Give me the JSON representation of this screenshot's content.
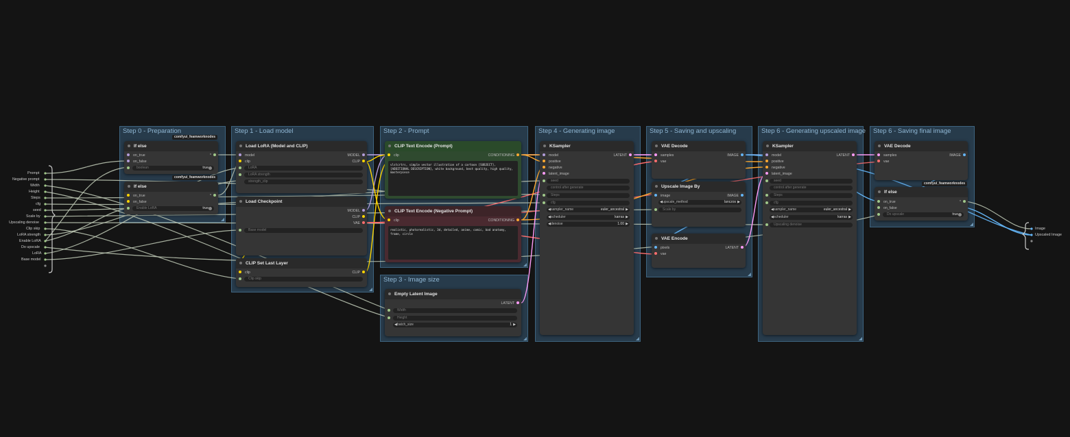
{
  "groups": {
    "g0": "Step 0 - Preparation",
    "g1": "Step 1 - Load model",
    "g2": "Step 2 - Prompt",
    "g3": "Step 3 - Image size",
    "g4": "Step 4 - Generating image",
    "g5": "Step 5 - Saving and upscaling",
    "g6": "Step 6 - Generating upscaled image",
    "g7": "Step 6 - Saving final image"
  },
  "badges": {
    "feamwork": "comfyui_feamworknodes"
  },
  "inputs_panel": {
    "items": [
      "Prompt",
      "Negative prompt",
      "Width",
      "Height",
      "Steps",
      "cfg",
      "seed",
      "Scale by",
      "Upscaling denoise",
      "Clip skip",
      "LoRA strength",
      "Enable LoRA",
      "Do upscale",
      "LoRA",
      "Base model"
    ]
  },
  "outputs_panel": {
    "items": [
      "Image",
      "Upscaled Image"
    ]
  },
  "nodes": {
    "ifelse1": {
      "title": "If else",
      "in1": "on_true",
      "in2": "on_false",
      "w1": "boolean",
      "w1v": "true",
      "out1": "*"
    },
    "ifelse2": {
      "title": "If else",
      "in1": "on_true",
      "in2": "on_false",
      "w1": "Enable LoRA",
      "w1v": "true",
      "out1": "*"
    },
    "lora": {
      "title": "Load LoRA (Model and CLIP)",
      "in1": "model",
      "in2": "clip",
      "out1": "MODEL",
      "out2": "CLIP",
      "w1": "LoRA",
      "w2": "LoRA strength",
      "w3": "strength_clip"
    },
    "ckpt": {
      "title": "Load Checkpoint",
      "out1": "MODEL",
      "out2": "CLIP",
      "out3": "VAE",
      "w1": "Base model"
    },
    "clipset": {
      "title": "CLIP Set Last Layer",
      "in1": "clip",
      "out1": "CLIP",
      "w1": "Clip skip"
    },
    "posprompt": {
      "title": "CLIP Text Encode (Prompt)",
      "in1": "clip",
      "out1": "CONDITIONING",
      "text": "vlstcrtrs, simple vector illustration of a cartoon [SUBJECT], [ADDITIONAL DESCRIPTION], white background, best quality, high quality, masterpiece"
    },
    "negprompt": {
      "title": "CLIP Text Encode (Negative Prompt)",
      "in1": "clip",
      "out1": "CONDITIONING",
      "text": "realistic, photorealistic, 3d, detailed, anime, comic, bad anatomy, frame, circle"
    },
    "latent": {
      "title": "Empty Latent Image",
      "out1": "LATENT",
      "w1": "Width",
      "w2": "Height",
      "w3": "batch_size",
      "w3v": "1"
    },
    "ksampler1": {
      "title": "KSampler",
      "in1": "model",
      "in2": "positive",
      "in3": "negative",
      "in4": "latent_image",
      "out1": "LATENT",
      "w1": "seed",
      "w2": "control after generate",
      "w3": "Steps",
      "w4": "cfg",
      "w5": "sampler_name",
      "w5v": "euler_ancestral",
      "w6": "scheduler",
      "w6v": "karras",
      "w7": "denoise",
      "w7v": "1.00"
    },
    "vaedecode1": {
      "title": "VAE Decode",
      "in1": "samples",
      "in2": "vae",
      "out1": "IMAGE"
    },
    "upscale": {
      "title": "Upscale Image By",
      "in1": "image",
      "out1": "IMAGE",
      "w1": "upscale_method",
      "w1v": "lanczos",
      "w2": "Scale by"
    },
    "vaeencode": {
      "title": "VAE Encode",
      "in1": "pixels",
      "in2": "vae",
      "out1": "LATENT"
    },
    "ksampler2": {
      "title": "KSampler",
      "in1": "model",
      "in2": "positive",
      "in3": "negative",
      "in4": "latent_image",
      "out1": "LATENT",
      "w1": "seed",
      "w2": "control after generate",
      "w3": "Steps",
      "w4": "cfg",
      "w5": "sampler_name",
      "w5v": "euler_ancestral",
      "w6": "scheduler",
      "w6v": "karras",
      "w7": "Upscaling denoise"
    },
    "vaedecode2": {
      "title": "VAE Decode",
      "in1": "samples",
      "in2": "vae",
      "out1": "IMAGE"
    },
    "ifelse3": {
      "title": "If else",
      "in1": "on_true",
      "in2": "on_false",
      "w1": "Do upscale",
      "w1v": "true",
      "out1": "*"
    }
  },
  "colors": {
    "background": "#141414",
    "group": "#34546e",
    "node": "#353535",
    "model": "#b39ddb",
    "clip": "#ffd500",
    "vae": "#ff6e6e",
    "conditioning": "#ffa931",
    "latent": "#ff9cf9",
    "image": "#64b5f6",
    "generic": "#a1c98a",
    "wire_generic": "#b9c3b0"
  }
}
